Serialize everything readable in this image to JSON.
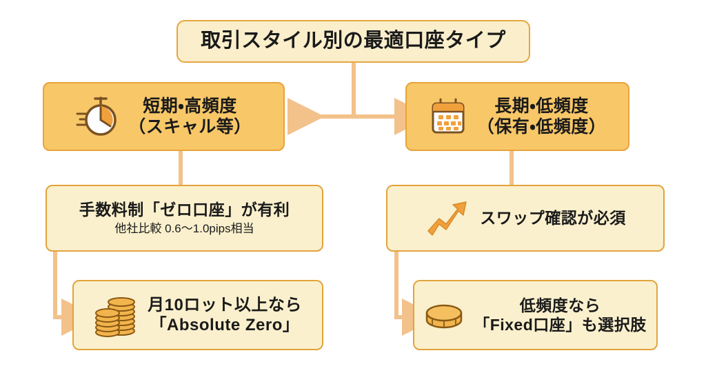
{
  "diagram": {
    "type": "flowchart",
    "title": "取引スタイル別の最適口座タイプ",
    "palette": {
      "amber_fill": "#f8c768",
      "amber_border": "#e8a33a",
      "cream_fill": "#faf0cd",
      "cream_border": "#e2a33c",
      "title_fill": "#faeecb",
      "connector": "#f3c18a",
      "icon_orange": "#f0a03c",
      "icon_outline": "#7a5222",
      "text": "#1a1a1a",
      "background": "#ffffff"
    },
    "nodes": {
      "title": {
        "label": "取引スタイル別の最適口座タイプ"
      },
      "short_term": {
        "icon": "stopwatch-icon",
        "line1": "短期・高頻度",
        "line2": "（スキャル等）"
      },
      "long_term": {
        "icon": "calendar-icon",
        "line1": "長期・低頻度",
        "line2": "（保有・低頻度）"
      },
      "zero_account": {
        "line1": "手数料制「ゼロ口座」が有利",
        "sub": "他社比較 0.6〜1.0pips相当"
      },
      "swap_check": {
        "icon": "trend-up-arrow-icon",
        "line1": "スワップ確認が必須"
      },
      "absolute_zero": {
        "icon": "coin-stack-icon",
        "line1": "月10ロット以上なら",
        "line2": "「Absolute Zero」"
      },
      "fixed_account": {
        "icon": "single-coin-icon",
        "line1": "低頻度なら",
        "line2": "「Fixed口座」も選択肢"
      }
    },
    "connectors": [
      {
        "name": "title-to-split",
        "from": "title",
        "to": "branch-junction",
        "style": "vertical-line"
      },
      {
        "name": "branch-to-short-term",
        "from": "branch-junction",
        "to": "short_term",
        "style": "arrow-left"
      },
      {
        "name": "branch-to-long-term",
        "from": "branch-junction",
        "to": "long_term",
        "style": "arrow-right"
      },
      {
        "name": "short-term-to-zero-account",
        "from": "short_term",
        "to": "zero_account",
        "style": "vertical-line"
      },
      {
        "name": "zero-account-to-absolute-zero",
        "from": "zero_account",
        "to": "absolute_zero",
        "style": "elbow-arrow-right"
      },
      {
        "name": "long-term-to-swap-check",
        "from": "long_term",
        "to": "swap_check",
        "style": "vertical-line"
      },
      {
        "name": "swap-check-to-fixed-account",
        "from": "swap_check",
        "to": "fixed_account",
        "style": "elbow-arrow-right"
      }
    ]
  }
}
